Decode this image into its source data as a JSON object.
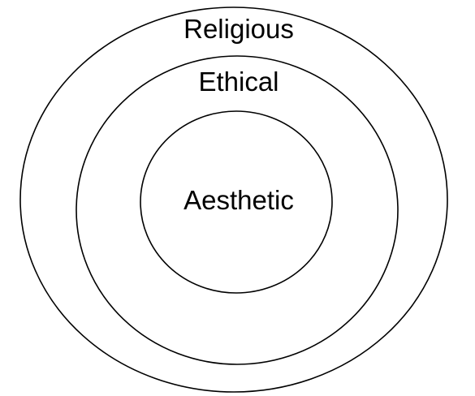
{
  "diagram": {
    "layers": [
      {
        "id": "outer",
        "label": "Religious"
      },
      {
        "id": "middle",
        "label": "Ethical"
      },
      {
        "id": "inner",
        "label": "Aesthetic"
      }
    ],
    "colors": {
      "background": "#ffffff",
      "stroke": "#000000",
      "text": "#000000"
    }
  }
}
